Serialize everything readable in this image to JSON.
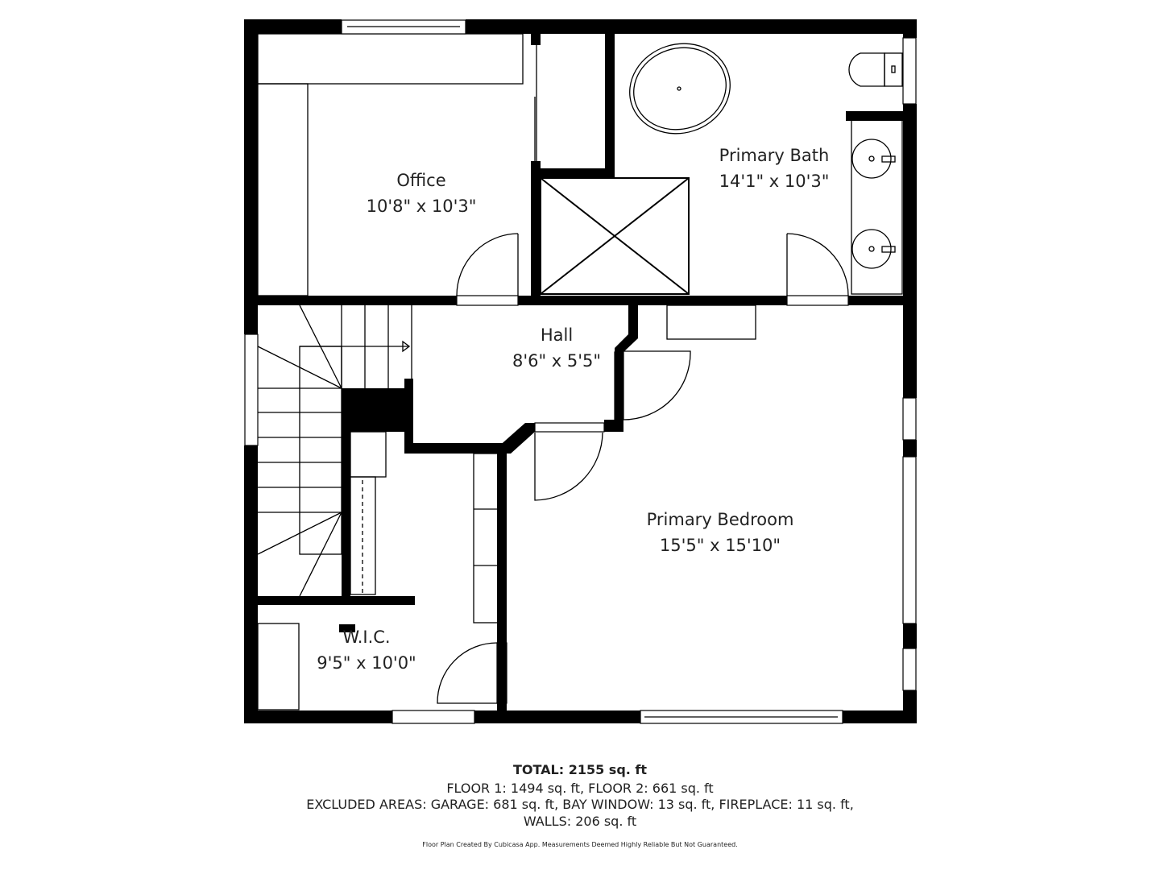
{
  "rooms": {
    "office": {
      "name": "Office",
      "dims": "10'8\" x 10'3\""
    },
    "primary_bath": {
      "name": "Primary Bath",
      "dims": "14'1\" x 10'3\""
    },
    "hall": {
      "name": "Hall",
      "dims": "8'6\" x 5'5\""
    },
    "primary_bedroom": {
      "name": "Primary Bedroom",
      "dims": "15'5\" x 15'10\""
    },
    "wic": {
      "name": "W.I.C.",
      "dims": "9'5\" x 10'0\""
    }
  },
  "summary": {
    "total": "TOTAL: 2155 sq. ft",
    "floors": "FLOOR 1: 1494 sq. ft, FLOOR 2: 661 sq. ft",
    "excluded": "EXCLUDED AREAS: GARAGE: 681 sq. ft, BAY WINDOW: 13 sq. ft, FIREPLACE: 11 sq. ft,",
    "walls": "WALLS: 206 sq. ft"
  },
  "disclaimer": "Floor Plan Created By Cubicasa App. Measurements Deemed Highly Reliable But Not Guaranteed.",
  "colors": {
    "wall": "#000000",
    "background": "#ffffff",
    "text": "#222222"
  }
}
